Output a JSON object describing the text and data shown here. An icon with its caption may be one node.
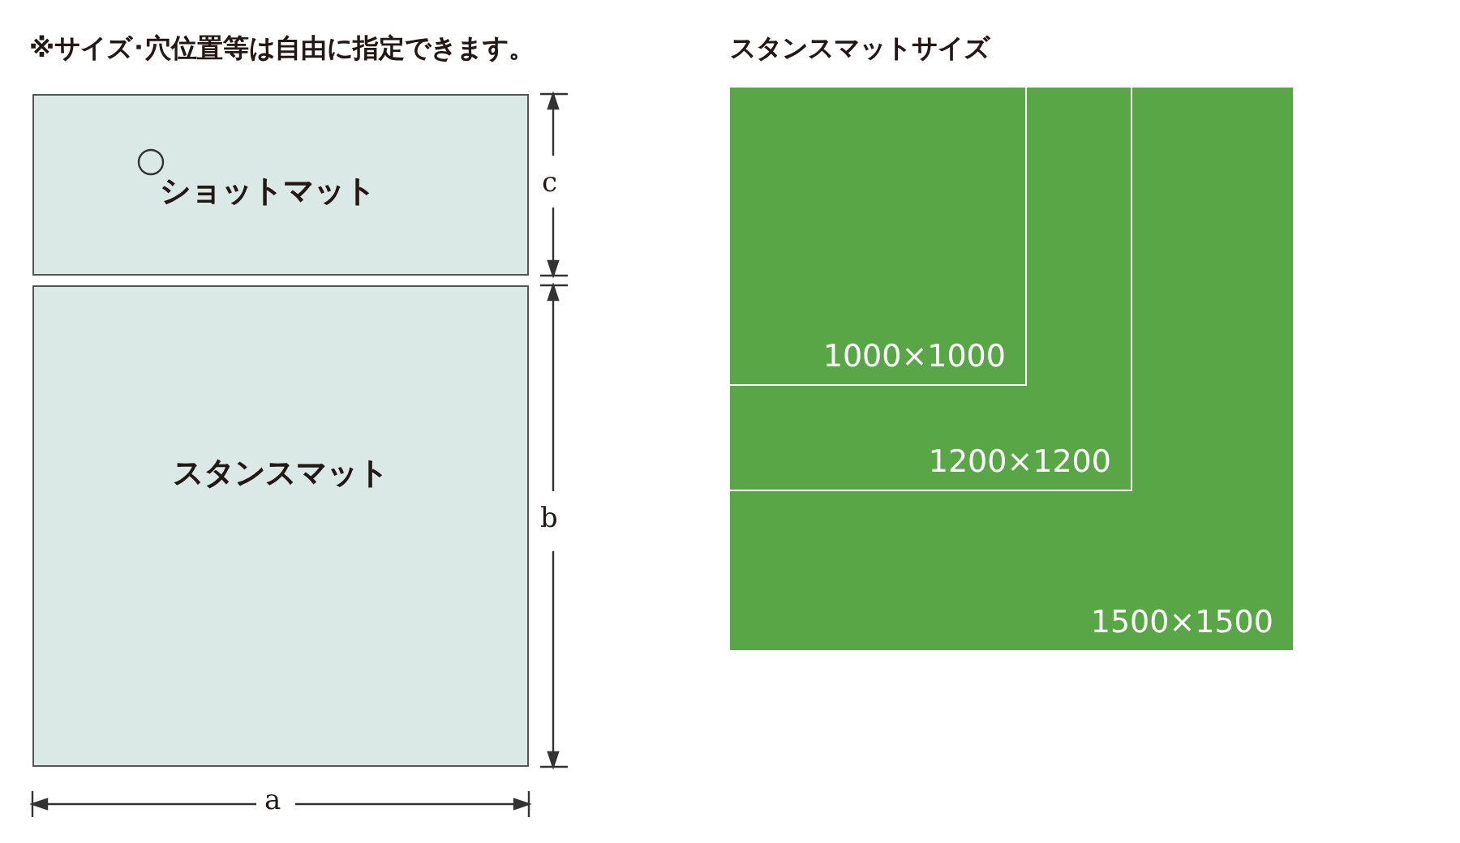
{
  "diagram": {
    "nodes": [
      {
        "text": [
          "ショットマット"
        ]
      },
      {
        "text": [
          "スタンスマット"
        ]
      },
      {
        "text": [
          "1500×1500"
        ]
      },
      {
        "text": [
          "1200×1200"
        ],
        "in": 2
      },
      {
        "text": [
          "1000×1000"
        ],
        "in": 3
      }
    ],
    "labels": [
      "※サイズ･穴位置等は自由に指定できます。",
      "スタンスマットサイズ",
      "c",
      "b",
      "a"
    ]
  }
}
